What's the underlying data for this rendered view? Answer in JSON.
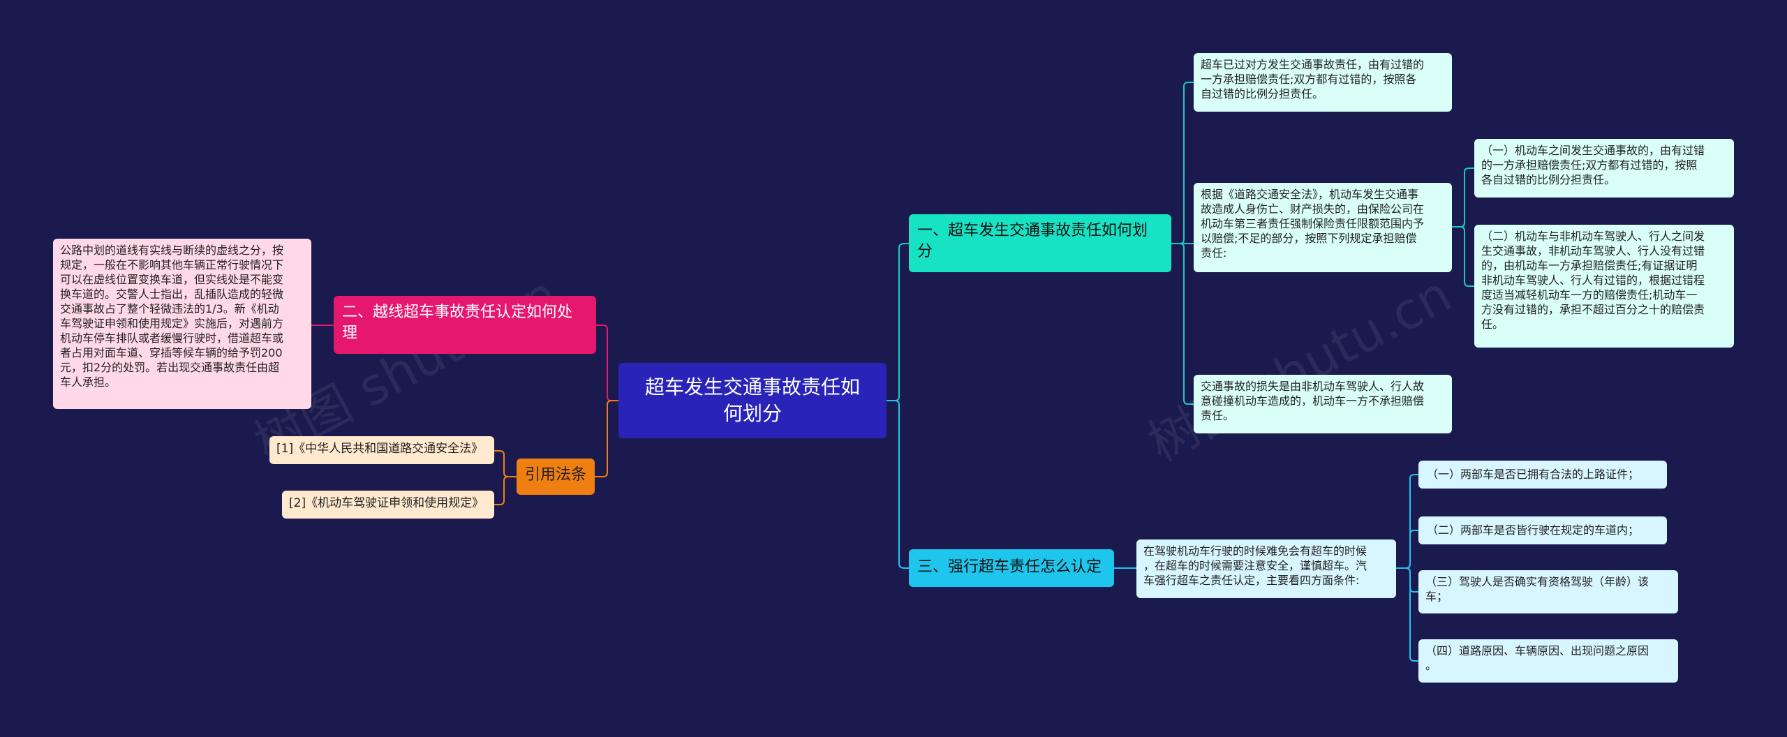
{
  "root": {
    "label": "超车发生交通事故责任如\n何划分"
  },
  "branch1": {
    "label": "一、超车发生交通事故责任如何划\n分",
    "leaves": [
      "超车已过对方发生交通事故责任，由有过错的\n一方承担赔偿责任;双方都有过错的，按照各\n自过错的比例分担责任。",
      "根据《道路交通安全法》，机动车发生交通事\n故造成人身伤亡、财产损失的，由保险公司在\n机动车第三者责任强制保险责任限额范围内予\n以赔偿;不足的部分，按照下列规定承担赔偿\n责任:",
      "交通事故的损失是由非机动车驾驶人、行人故\n意碰撞机动车造成的，机动车一方不承担赔偿\n责任。"
    ],
    "sub_leaves": [
      "（一）机动车之间发生交通事故的，由有过错\n的一方承担赔偿责任;双方都有过错的，按照\n各自过错的比例分担责任。",
      "（二）机动车与非机动车驾驶人、行人之间发\n生交通事故，非机动车驾驶人、行人没有过错\n的，由机动车一方承担赔偿责任;有证据证明\n非机动车驾驶人、行人有过错的，根据过错程\n度适当减轻机动车一方的赔偿责任;机动车一\n方没有过错的，承担不超过百分之十的赔偿责\n任。"
    ]
  },
  "branch2": {
    "label": "二、越线超车事故责任认定如何处\n理",
    "leaf": "公路中划的道线有实线与断续的虚线之分，按\n规定，一般在不影响其他车辆正常行驶情况下\n可以在虚线位置变换车道，但实线处是不能变\n换车道的。交警人士指出，乱插队造成的轻微\n交通事故占了整个轻微违法的1/3。新《机动\n车驾驶证申领和使用规定》实施后，对遇前方\n机动车停车排队或者缓慢行驶时，借道超车或\n者占用对面车道、穿插等候车辆的给予罚200\n元，扣2分的处罚。若出现交通事故责任由超\n车人承担。"
  },
  "branch3": {
    "label": "引用法条",
    "leaves": [
      "[1]《中华人民共和国道路交通安全法》",
      "[2]《机动车驾驶证申领和使用规定》"
    ]
  },
  "branch4": {
    "label": "三、强行超车责任怎么认定",
    "leaf": "在驾驶机动车行驶的时候难免会有超车的时候\n，在超车的时候需要注意安全，谨慎超车。汽\n车强行超车之责任认定，主要看四方面条件:",
    "sub_leaves": [
      "（一）两部车是否已拥有合法的上路证件；",
      "（二）两部车是否皆行驶在规定的车道内；",
      "（三）驾驶人是否确实有资格驾驶（年龄）该\n车；",
      "（四）道路原因、车辆原因、出现问题之原因\n。"
    ]
  },
  "watermark": "树图 shutu.cn",
  "colors": {
    "background": "#1b1a4f",
    "root": "#2a23b8",
    "branch1": "#17e3c4",
    "branch2": "#e5176f",
    "branch3": "#f07f12",
    "branch4": "#1ec6ee",
    "link_teal": "#19c9c1",
    "link_pink": "#e5176f",
    "link_orange": "#f07f12",
    "link_cyan": "#1ec6ee"
  }
}
